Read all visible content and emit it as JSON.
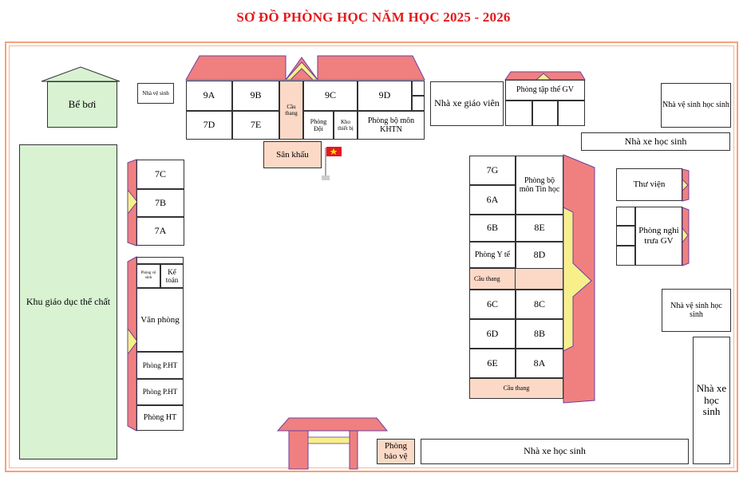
{
  "title": "SƠ ĐỒ PHÒNG HỌC NĂM HỌC 2025 - 2026",
  "colors": {
    "roof": "#f08080",
    "accent": "#f7ef8a",
    "pink_room": "#fbd9c6",
    "green_area": "#d8f2d2",
    "title": "#e3191b"
  },
  "areas": {
    "pool": "Bể bơi",
    "toilet_top": "Nhà vệ sinh",
    "pe_area": "Khu giáo dục thể chất",
    "stage": "Sân khấu",
    "teacher_parking": "Nhà xe giáo viên",
    "teacher_gym": "Phòng tập thể GV",
    "student_toilet_1": "Nhà vệ sinh học sinh",
    "student_parking_top": "Nhà xe học sinh",
    "library": "Thư viện",
    "teacher_rest": "Phòng nghỉ trưa GV",
    "student_toilet_2": "Nhà vệ sinh học sinh",
    "student_parking_right": "Nhà xe học sinh",
    "security": "Phòng bảo vệ",
    "student_parking_bottom": "Nhà xe học sinh"
  },
  "block_9": {
    "r9A": "9A",
    "r9B": "9B",
    "r9C": "9C",
    "r9D": "9D",
    "r7D": "7D",
    "r7E": "7E",
    "stairs": "Cầu thang",
    "union": "Phòng Đội",
    "equipment": "Kho thiết bị",
    "khtn": "Phòng bộ môn KHTN"
  },
  "block_7": {
    "r7C": "7C",
    "r7B": "7B",
    "r7A": "7A"
  },
  "admin": {
    "toilet": "Phòng vệ sinh",
    "accounting": "Kế toán",
    "office": "Văn phòng",
    "vp1": "Phòng P.HT",
    "vp2": "Phòng P.HT",
    "principal": "Phòng HT"
  },
  "block_6": {
    "r7G": "7G",
    "it": "Phòng bộ môn Tin học",
    "r6A": "6A",
    "r6B": "6B",
    "r8E": "8E",
    "medical": "Phòng Y tế",
    "r8D": "8D",
    "stairs1": "Cầu thang",
    "r6C": "6C",
    "r8C": "8C",
    "r6D": "6D",
    "r8B": "8B",
    "r6E": "6E",
    "r8A": "8A",
    "stairs2": "Cầu thang"
  }
}
